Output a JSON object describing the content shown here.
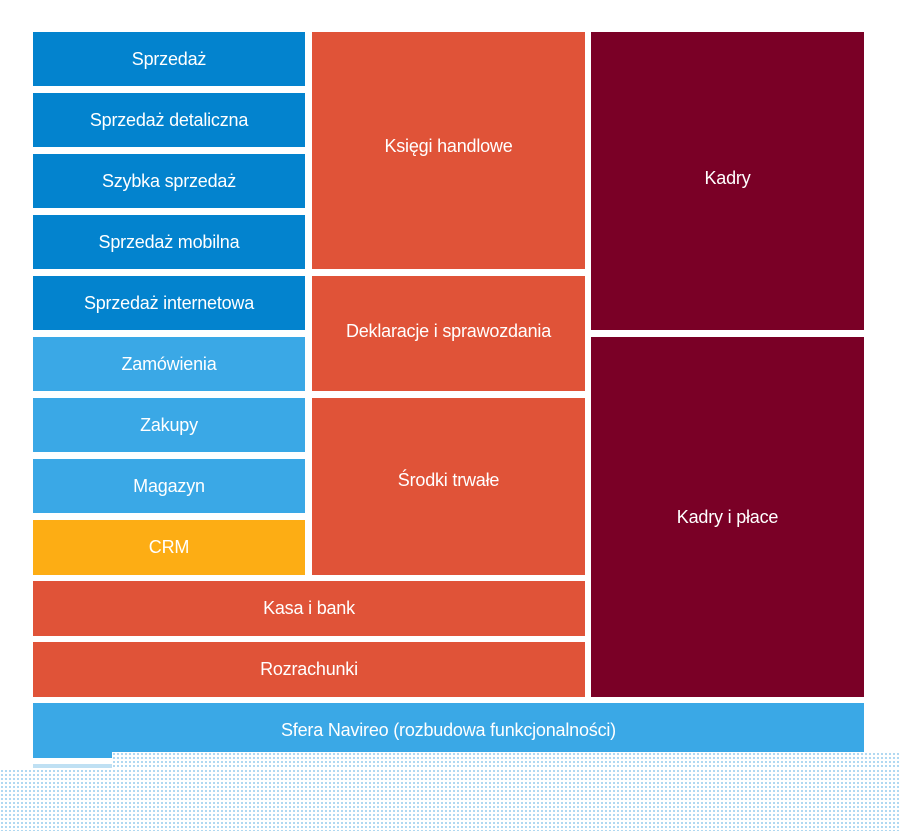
{
  "colors": {
    "blue_dark": "#0383ce",
    "blue_light": "#3aa8e6",
    "orange": "#fdad14",
    "red": "#e05338",
    "wine": "#7a0026",
    "text": "#ffffff"
  },
  "tiles": {
    "sprzedaz": "Sprzedaż",
    "sprzedaz_detaliczna": "Sprzedaż detaliczna",
    "szybka_sprzedaz": "Szybka sprzedaż",
    "sprzedaz_mobilna": "Sprzedaż mobilna",
    "sprzedaz_internetowa": "Sprzedaż internetowa",
    "zamowienia": "Zamówienia",
    "zakupy": "Zakupy",
    "magazyn": "Magazyn",
    "crm": "CRM",
    "ksiegi_handlowe": "Księgi handlowe",
    "deklaracje": "Deklaracje i sprawozdania",
    "srodki_trwale": "Środki trwałe",
    "kasa_i_bank": "Kasa i bank",
    "rozrachunki": "Rozrachunki",
    "kadry": "Kadry",
    "kadry_i_place": "Kadry i płace",
    "sfera": "Sfera Navireo (rozbudowa funkcjonalności)"
  }
}
